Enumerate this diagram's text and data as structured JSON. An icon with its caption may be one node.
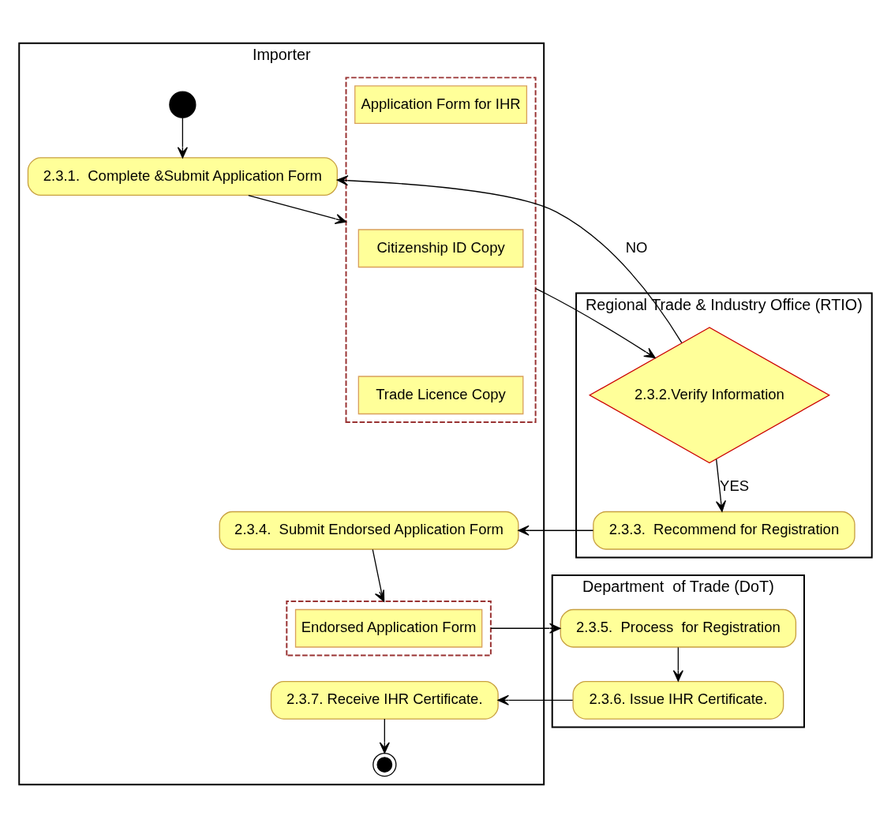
{
  "diagram": {
    "nodes": [
      {
        "text": [
          "Importer"
        ]
      },
      {
        "text": [
          "Regional Trade & Industry Office (RTIO)"
        ]
      },
      {
        "text": [
          "Department  of Trade (DoT)"
        ]
      },
      {
        "text": [],
        "shape": "circle",
        "in": 0
      },
      {
        "text": [
          "2.3.1.  Complete &Submit Application Form"
        ],
        "in": 0
      },
      {
        "text": [],
        "shape": "box",
        "in": 0
      },
      {
        "text": [
          "Citizenship ID Copy"
        ],
        "in": 5
      },
      {
        "text": [
          "Trade Licence Copy"
        ],
        "in": 5
      },
      {
        "text": [
          "Application Form for IHR"
        ],
        "in": 5
      },
      {
        "text": [
          "2.3.2.Verify Information"
        ],
        "in": 1
      },
      {
        "text": [
          "2.3.3.  Recommend for Registration"
        ],
        "in": 1
      },
      {
        "text": [
          "2.3.4.  Submit Endorsed Application Form"
        ],
        "in": 0
      },
      {
        "text": [],
        "shape": "box",
        "in": 0
      },
      {
        "text": [
          "Endorsed Application Form"
        ],
        "in": 12
      },
      {
        "text": [
          "2.3.5.  Process  for Registration"
        ],
        "in": 2
      },
      {
        "text": [
          "2.3.6. Issue IHR Certificate."
        ],
        "in": 2
      },
      {
        "text": [
          "2.3.7. Receive IHR Certificate."
        ],
        "in": 0
      },
      {
        "text": [],
        "shape": "bullseye",
        "in": 0
      }
    ],
    "edges": [
      {
        "from": 3,
        "to": 4,
        "arrow": "to"
      },
      {
        "from": 4,
        "to": 5,
        "arrow": "to"
      },
      {
        "from": 5,
        "to": 9,
        "arrow": "to"
      },
      {
        "from": 9,
        "to": 4,
        "label": "NO",
        "arrow": "to"
      },
      {
        "from": 9,
        "to": 10,
        "label": "YES",
        "arrow": "to"
      },
      {
        "from": 10,
        "to": 11,
        "arrow": "to"
      },
      {
        "from": 11,
        "to": 12,
        "arrow": "to"
      },
      {
        "from": 12,
        "to": 14,
        "arrow": "to"
      },
      {
        "from": 14,
        "to": 15,
        "arrow": "to"
      },
      {
        "from": 15,
        "to": 16,
        "arrow": "to"
      },
      {
        "from": 16,
        "to": 17,
        "arrow": "to"
      }
    ]
  }
}
